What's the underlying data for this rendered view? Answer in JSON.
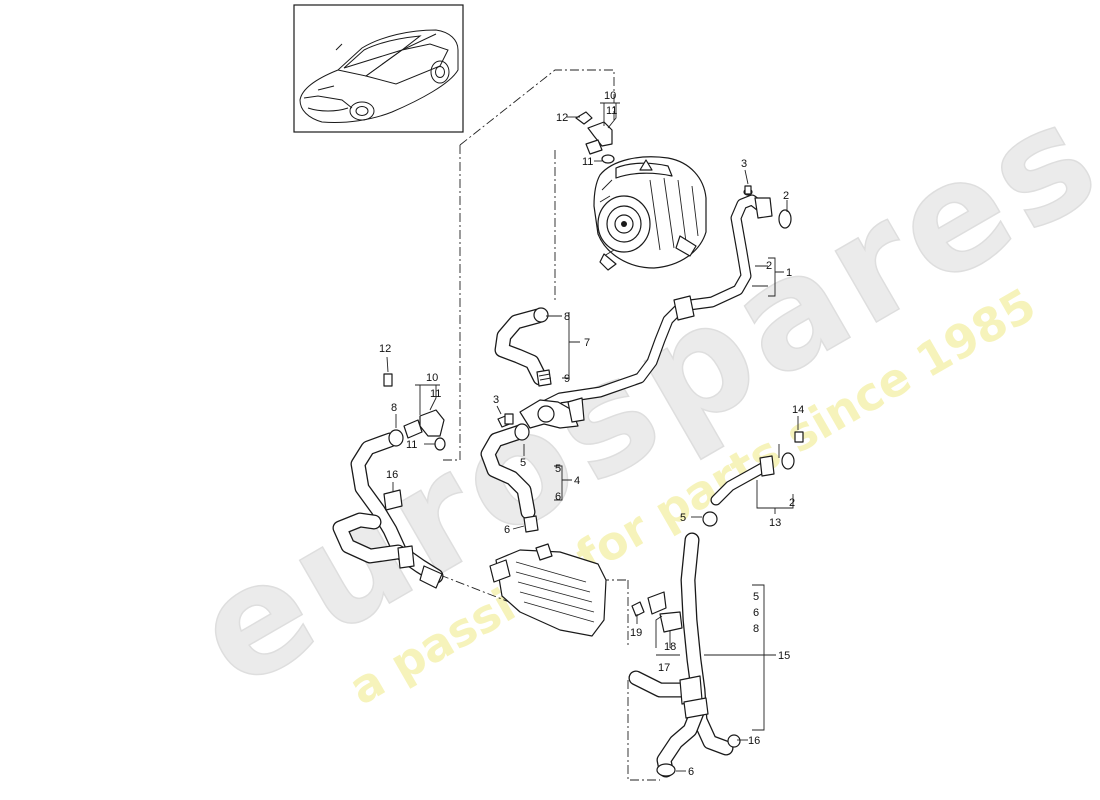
{
  "diagram": {
    "watermark": {
      "brand": "eurospares",
      "tagline": "a passion for parts since 1985",
      "brand_color": "#e6e6e6",
      "tagline_color": "#f6f3b4"
    },
    "callouts": {
      "c1": "1",
      "c2a": "2",
      "c2b": "2",
      "c2c": "2",
      "c3a": "3",
      "c3b": "3",
      "c4": "4",
      "c5a": "5",
      "c5b": "5",
      "c5c": "5",
      "c5d": "5",
      "c6a": "6",
      "c6b": "6",
      "c6c": "6",
      "c6d": "6",
      "c7": "7",
      "c8a": "8",
      "c8b": "8",
      "c8c": "8",
      "c9": "9",
      "c10a": "10",
      "c10b": "10",
      "c11a": "11",
      "c11b": "11",
      "c11c": "11",
      "c11d": "11",
      "c12a": "12",
      "c12b": "12",
      "c13": "13",
      "c14": "14",
      "c15": "15",
      "c16a": "16",
      "c16b": "16",
      "c17": "17",
      "c18": "18",
      "c19": "19"
    }
  }
}
